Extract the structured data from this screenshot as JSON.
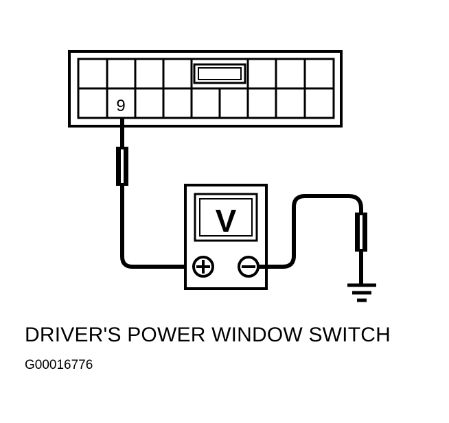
{
  "connector": {
    "pin_label": "9"
  },
  "meter": {
    "display_symbol": "V",
    "positive_symbol": "+",
    "negative_symbol": "−"
  },
  "caption": "DRIVER'S POWER WINDOW SWITCH",
  "figure_code": "G00016776"
}
